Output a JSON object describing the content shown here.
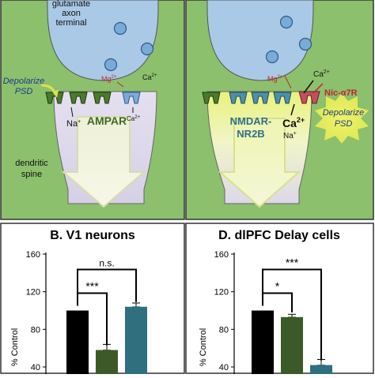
{
  "top_panels": {
    "left": {
      "terminal_label_lines": [
        "glutamate",
        "axon",
        "terminal"
      ],
      "depolarize_lines": [
        "Depolarize",
        "PSD"
      ],
      "mg_label": "Mg",
      "mg_sup": "2+",
      "ca_label": "Ca",
      "ca_sup": "2+",
      "ca_inner_label": "Ca",
      "ca_inner_sup": "2+",
      "receptor_label": "AMPAR",
      "na_label": "Na",
      "na_sup": "+",
      "spine_label_lines": [
        "dendritic",
        "spine"
      ]
    },
    "right": {
      "mg_label": "Mg",
      "mg_sup": "2+",
      "ca_label": "Ca",
      "ca_sup": "2+",
      "nic_label": "Nic-α7R",
      "receptor_label_lines": [
        "NMDAR-",
        "NR2B"
      ],
      "ca_big_label": "Ca",
      "ca_big_sup": "2+",
      "na_label": "Na",
      "na_sup": "+",
      "depolarize_lines": [
        "Depolarize",
        "PSD"
      ]
    }
  },
  "colors": {
    "panel_green": "#8cc06c",
    "vesicle_blue": "#7aaad8",
    "terminal_blue": "#a9c9e6",
    "ampar_green": "#4b7a2e",
    "nmdar_blue": "#4f8fa8",
    "nic_red": "#c05060",
    "bar_black": "#000000",
    "bar_olive": "#3c5a28",
    "bar_teal": "#2f6f7e"
  },
  "chart_data": [
    {
      "type": "bar",
      "title": "B. V1 neurons",
      "ylabel": "% Control",
      "yticks": [
        40,
        80,
        120,
        160
      ],
      "ylim": [
        40,
        160
      ],
      "values": [
        100,
        58,
        104
      ],
      "errors": [
        0,
        6,
        4
      ],
      "significance": [
        {
          "from": 0,
          "to": 1,
          "label": "***"
        },
        {
          "from": 0,
          "to": 2,
          "label": "n.s."
        }
      ]
    },
    {
      "type": "bar",
      "title": "D. dlPFC Delay cells",
      "ylabel": "% Control",
      "yticks": [
        40,
        80,
        120,
        160
      ],
      "ylim": [
        40,
        160
      ],
      "values": [
        100,
        93,
        42
      ],
      "errors": [
        0,
        3,
        6
      ],
      "significance": [
        {
          "from": 0,
          "to": 1,
          "label": "*"
        },
        {
          "from": 0,
          "to": 2,
          "label": "***"
        }
      ]
    }
  ]
}
